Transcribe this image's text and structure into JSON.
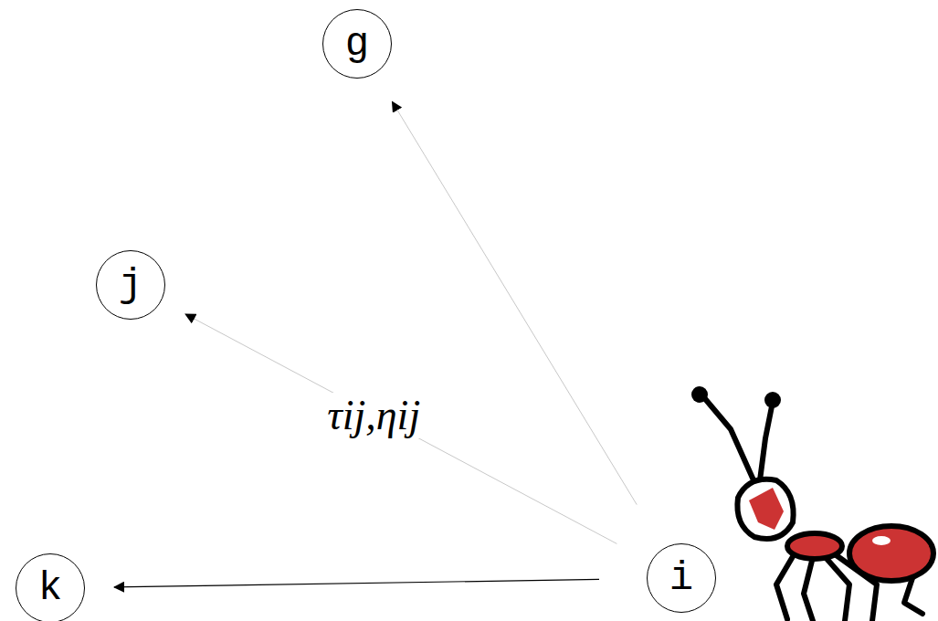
{
  "diagram": {
    "nodes": [
      {
        "text": [
          "g"
        ]
      },
      {
        "text": [
          "j"
        ]
      },
      {
        "text": [
          "k"
        ]
      },
      {
        "text": [
          "i"
        ]
      }
    ],
    "edges": [
      {
        "from": 3,
        "to": 0,
        "arrow": "to"
      },
      {
        "from": 3,
        "to": 1,
        "label": "τij,ηij",
        "arrow": "to"
      },
      {
        "from": 3,
        "to": 2,
        "arrow": "to"
      }
    ]
  }
}
